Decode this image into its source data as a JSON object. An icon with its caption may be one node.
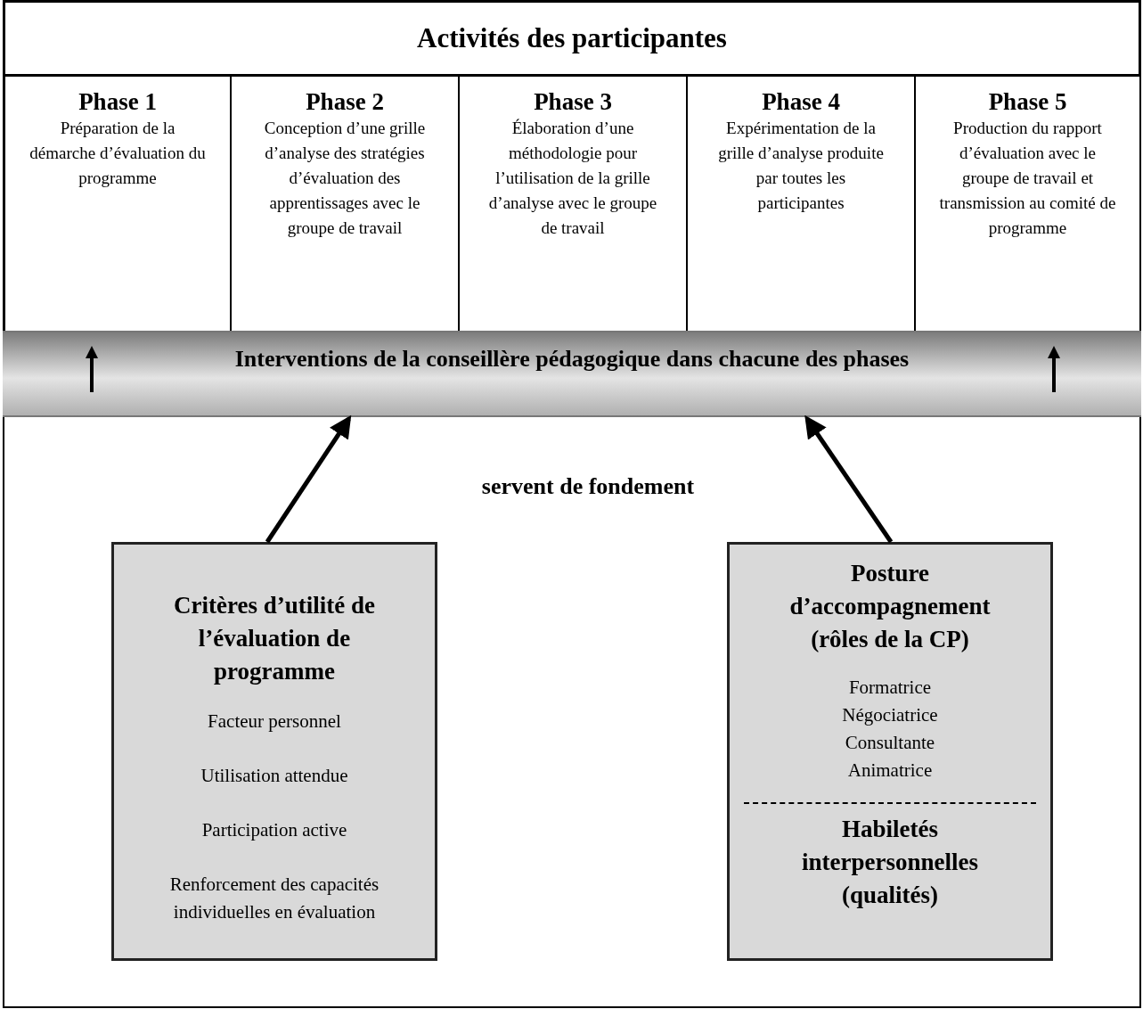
{
  "diagram": {
    "nodes": [
      {
        "text": [
          "Activités des participantes"
        ]
      },
      {
        "text": [
          "Phase 1",
          "Préparation de la démarche d’évaluation du programme"
        ]
      },
      {
        "text": [
          "Phase 2",
          "Conception d’une grille d’analyse des stratégies d’évaluation des apprentissages avec le groupe de travail"
        ]
      },
      {
        "text": [
          "Phase 3",
          "Élaboration d’une méthodologie pour l’utilisation de la grille d’analyse avec le groupe de travail"
        ]
      },
      {
        "text": [
          "Phase 4",
          "Expérimentation de la grille d’analyse produite par toutes les participantes"
        ]
      },
      {
        "text": [
          "Phase 5",
          "Production du rapport d’évaluation avec le groupe de travail et transmission au comité de programme"
        ]
      },
      {
        "text": [
          "Interventions de la conseillère pédagogique dans chacune des phases"
        ]
      },
      {
        "text": [
          "Critères d’utilité de l’évaluation de programme",
          "Facteur personnel",
          "Utilisation attendue",
          "Participation active",
          "Renforcement des capacités individuelles en évaluation"
        ]
      },
      {
        "text": [
          "Posture d’accompagnement (rôles de la CP)",
          "Formatrice",
          "Négociatrice",
          "Consultante",
          "Animatrice",
          "Habiletés interpersonnelles (qualités)"
        ]
      }
    ],
    "edges": [
      {
        "from": 7,
        "to": 6,
        "arrow": "to"
      },
      {
        "from": 8,
        "to": 6,
        "arrow": "to"
      }
    ],
    "labels": [
      "servent de fondement"
    ]
  }
}
